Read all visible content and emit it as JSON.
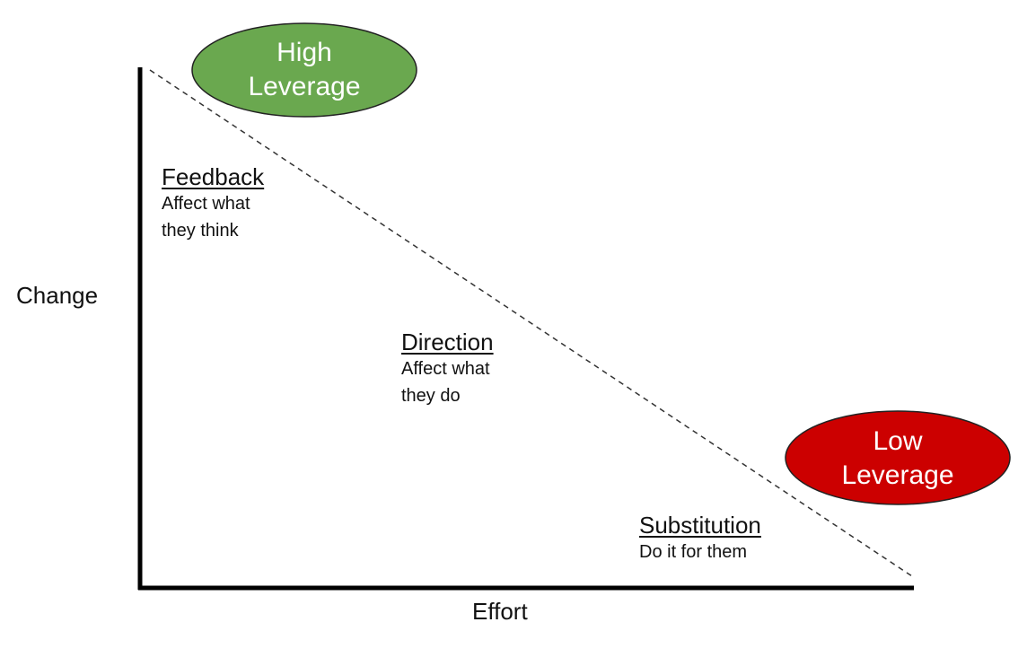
{
  "axes": {
    "y_label": "Change",
    "x_label": "Effort"
  },
  "badges": {
    "high": {
      "line1": "High",
      "line2": "Leverage",
      "color": "#6aa84f"
    },
    "low": {
      "line1": "Low",
      "line2": "Leverage",
      "color": "#cc0000"
    }
  },
  "zones": {
    "feedback": {
      "title": "Feedback",
      "line1": "Affect what",
      "line2": "they think"
    },
    "direction": {
      "title": "Direction",
      "line1": "Affect what",
      "line2": "they do"
    },
    "substitution": {
      "title": "Substitution",
      "line1": "Do it for them"
    }
  }
}
